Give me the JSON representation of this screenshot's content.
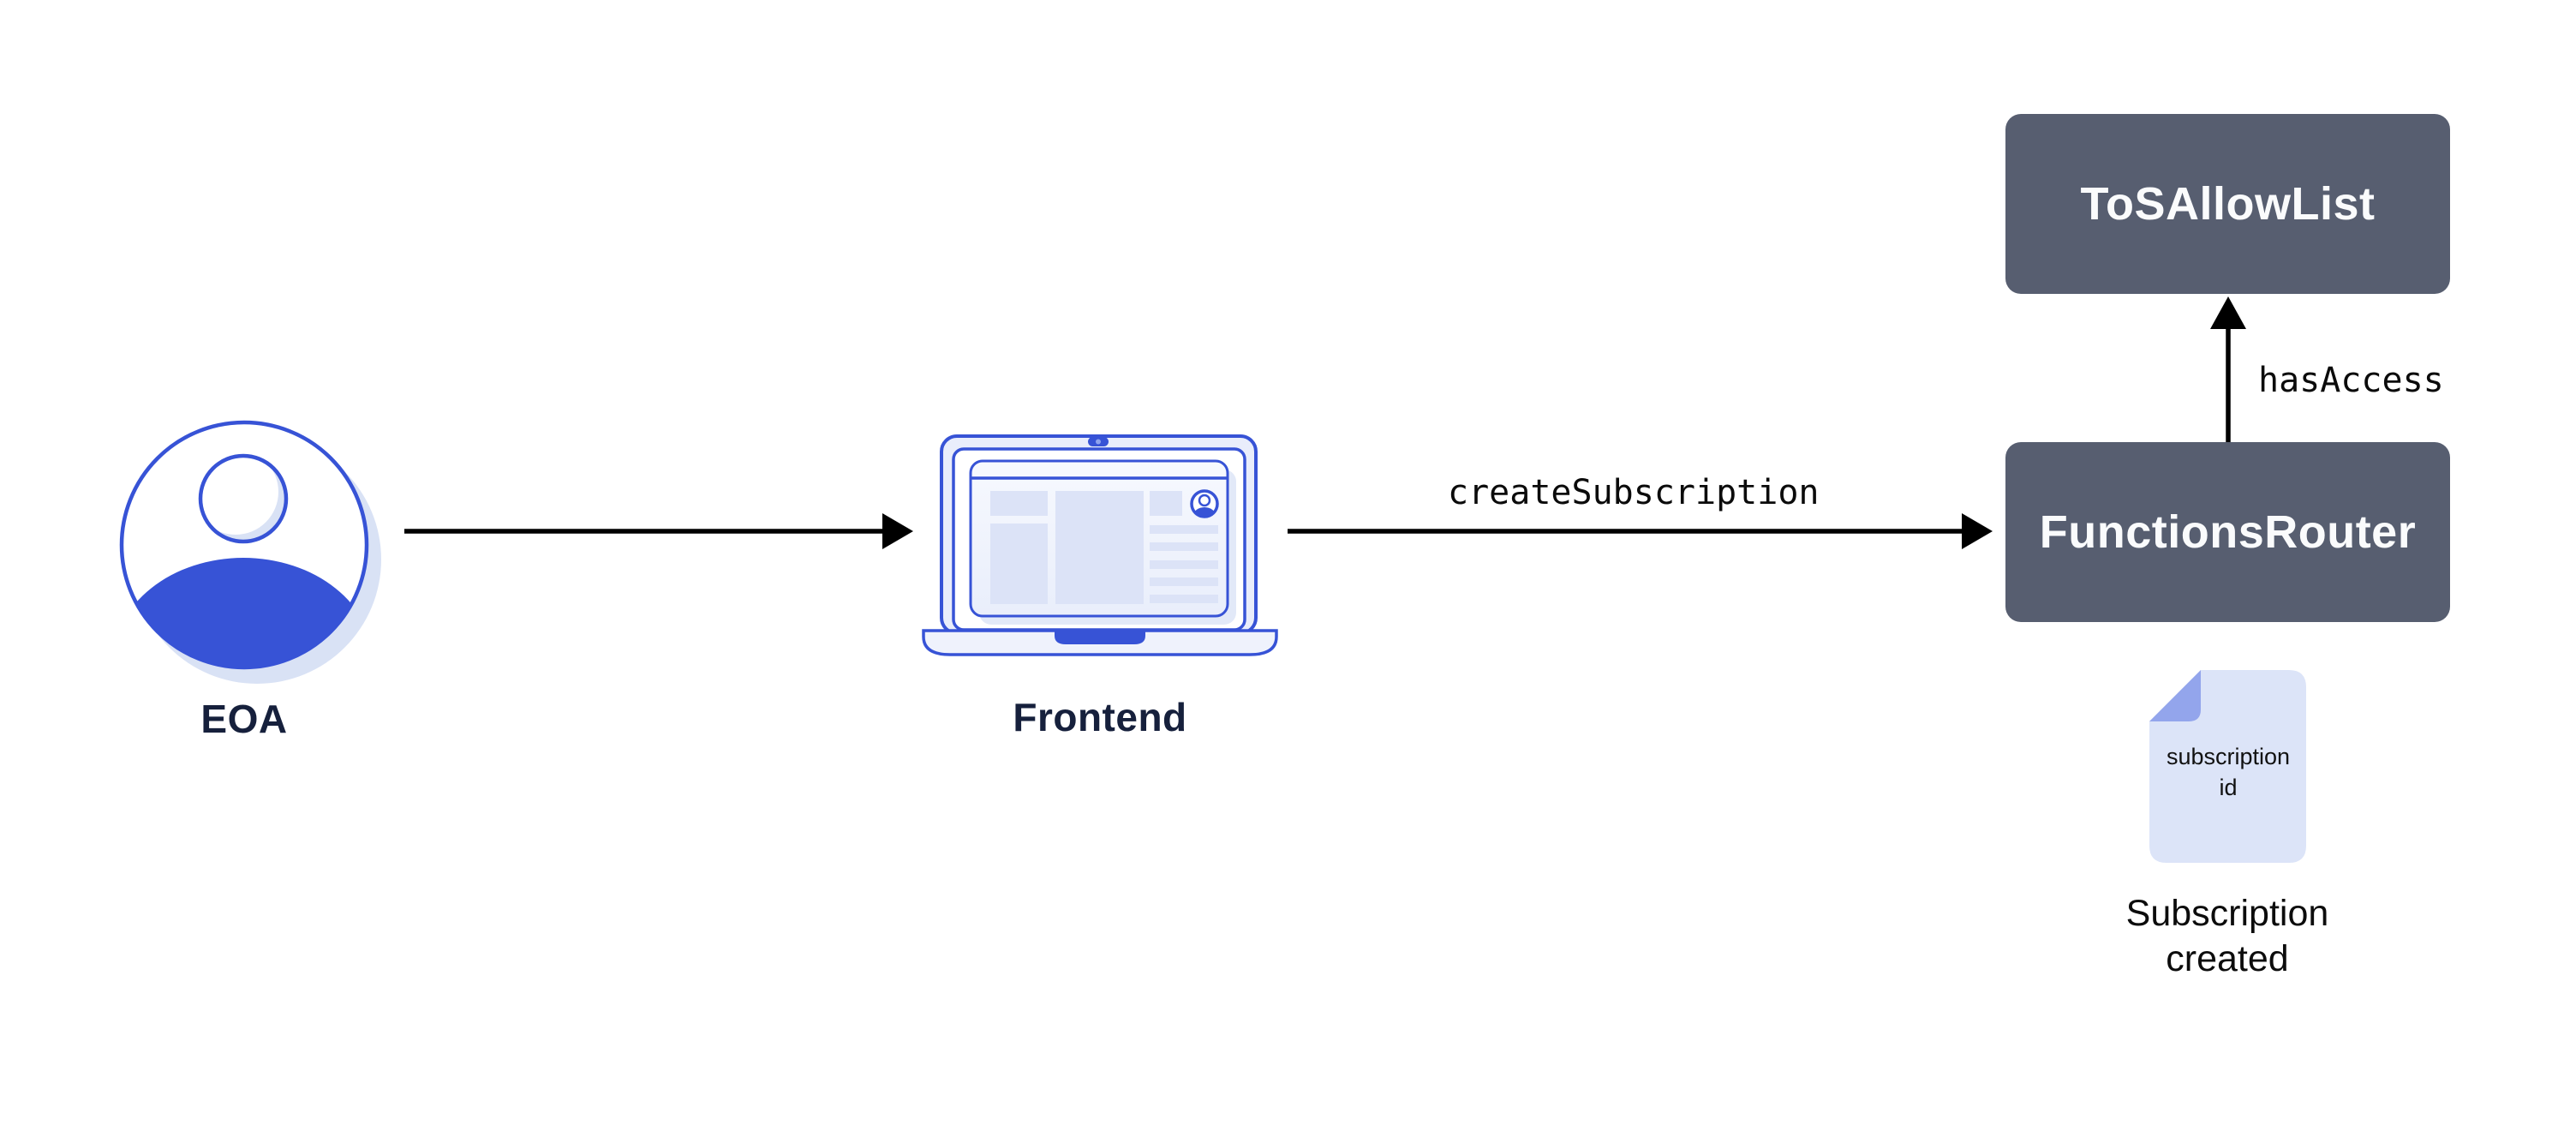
{
  "diagram": {
    "nodes": {
      "eoa": {
        "label": "EOA"
      },
      "frontend": {
        "label": "Frontend"
      },
      "tos_allow_list": {
        "label": "ToSAllowList"
      },
      "functions_router": {
        "label": "FunctionsRouter"
      },
      "subscription_doc": {
        "doc_text": "subscription id",
        "caption": "Subscription created"
      }
    },
    "edges": {
      "eoa_to_frontend": {
        "label": ""
      },
      "frontend_to_router": {
        "label": "createSubscription"
      },
      "router_to_allowlist": {
        "label": "hasAccess"
      }
    },
    "colors": {
      "accent_blue": "#3753D6",
      "light_fill": "#DCE3F7",
      "lighter_fill": "#EDF1FB",
      "shadow_blue": "#D9E2F5",
      "fold_blue": "#93A5EC",
      "box_slate": "#575E70",
      "box_text": "#FAFBFC",
      "label_navy": "#16203C",
      "arrow_black": "#000000"
    }
  }
}
